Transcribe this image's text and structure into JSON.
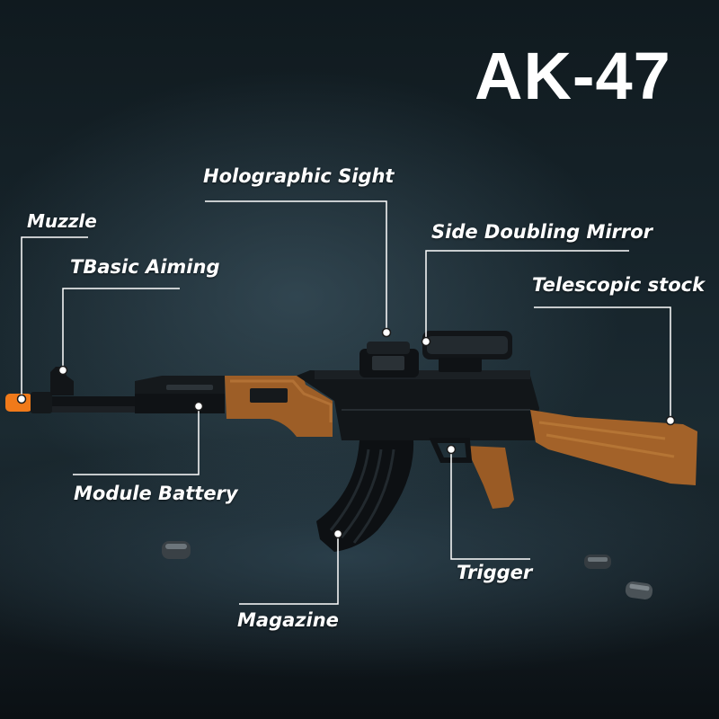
{
  "title": "AK-47",
  "callouts": {
    "holographic_sight": "Holographic Sight",
    "muzzle": "Muzzle",
    "side_doubling_mirror": "Side Doubling Mirror",
    "basic_aiming": "TBasic Aiming",
    "telescopic_stock": "Telescopic stock",
    "module_battery": "Module Battery",
    "trigger": "Trigger",
    "magazine": "Magazine"
  },
  "colors": {
    "background": "#141f25",
    "wood": "#a0622a",
    "metal": "#111418",
    "muzzle_tip": "#f07a1a",
    "callout_line": "#ffffff"
  }
}
